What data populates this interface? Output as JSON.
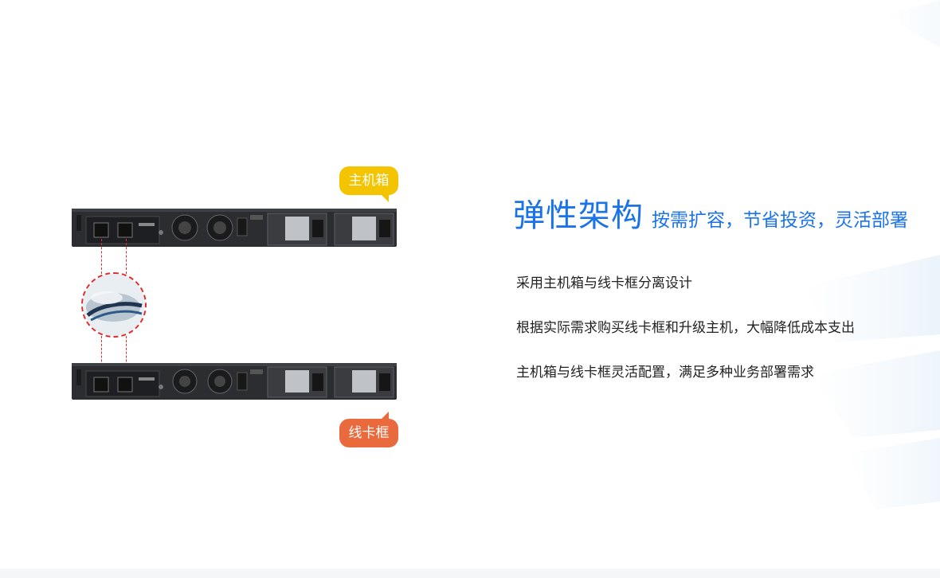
{
  "callouts": {
    "main_chassis": "主机箱",
    "line_card_frame": "线卡框"
  },
  "headline": {
    "title": "弹性架构",
    "subtitle": "按需扩容，节省投资，灵活部署"
  },
  "points": [
    "采用主机箱与线卡框分离设计",
    "根据实际需求购买线卡框和升级主机，大幅降低成本支出",
    "主机箱与线卡框灵活配置，满足多种业务部署需求"
  ],
  "colors": {
    "accent_blue": "#1a73e8",
    "callout_yellow": "#f5c400",
    "callout_orange": "#e96a3c",
    "dashed_red": "#e22a2a"
  },
  "icons": [
    "fan-icon",
    "power-socket-icon",
    "sfp-port-icon"
  ]
}
